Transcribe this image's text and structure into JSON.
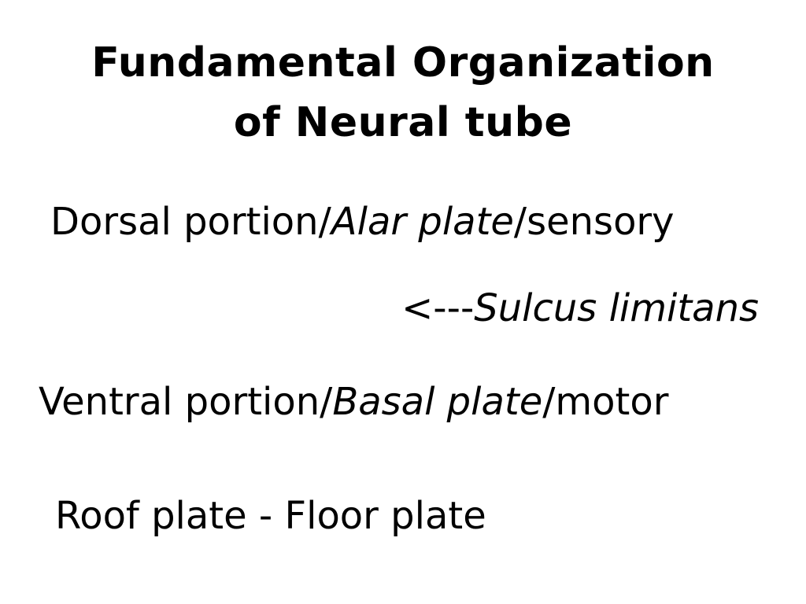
{
  "slide": {
    "title_line1": "Fundamental Organization",
    "title_line2": "of Neural tube",
    "dorsal": {
      "prefix": "Dorsal portion/",
      "italic": "Alar plate",
      "suffix": "/sensory"
    },
    "sulcus": {
      "arrow": "<---",
      "italic": "Sulcus limitans"
    },
    "ventral": {
      "prefix": "Ventral portion/",
      "italic": "Basal plate",
      "suffix": "/motor"
    },
    "roof_floor": "Roof plate - Floor plate"
  }
}
